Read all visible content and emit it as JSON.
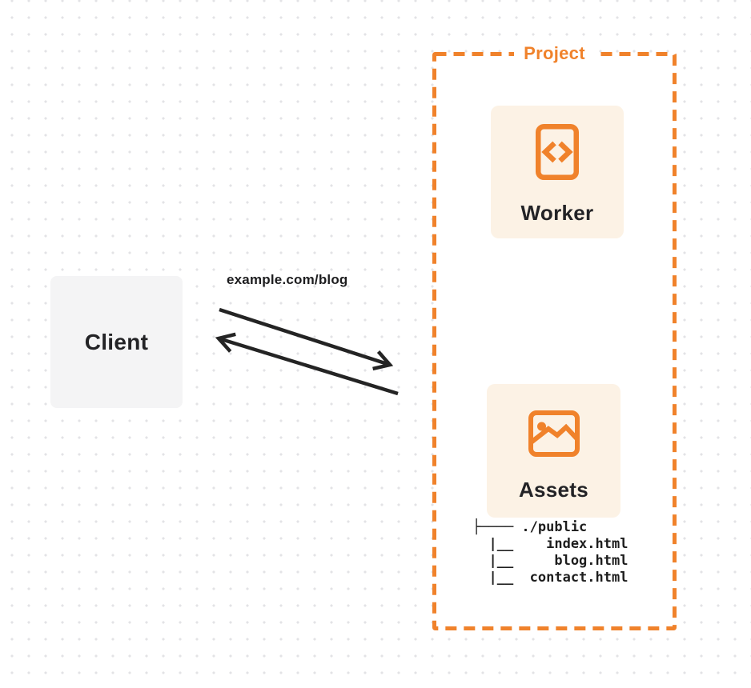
{
  "canvas": {
    "bg_color": "#FFFFFF",
    "dot_grid_color": "#E3E3E6"
  },
  "client": {
    "label": "Client",
    "bg_color": "#F4F4F5"
  },
  "request": {
    "url_label": "example.com/blog",
    "arrow_color": "#242424"
  },
  "project": {
    "label": "Project",
    "accent_color": "#F0822B",
    "card_bg_color": "#FCF2E5",
    "nodes": [
      {
        "id": "worker",
        "label": "Worker",
        "icon": "code-document-icon"
      },
      {
        "id": "assets",
        "label": "Assets",
        "icon": "image-icon"
      }
    ],
    "file_tree": {
      "lines": [
        "├──── ./public",
        "  |__    index.html",
        "  |__     blog.html",
        "  |__  contact.html"
      ]
    }
  }
}
